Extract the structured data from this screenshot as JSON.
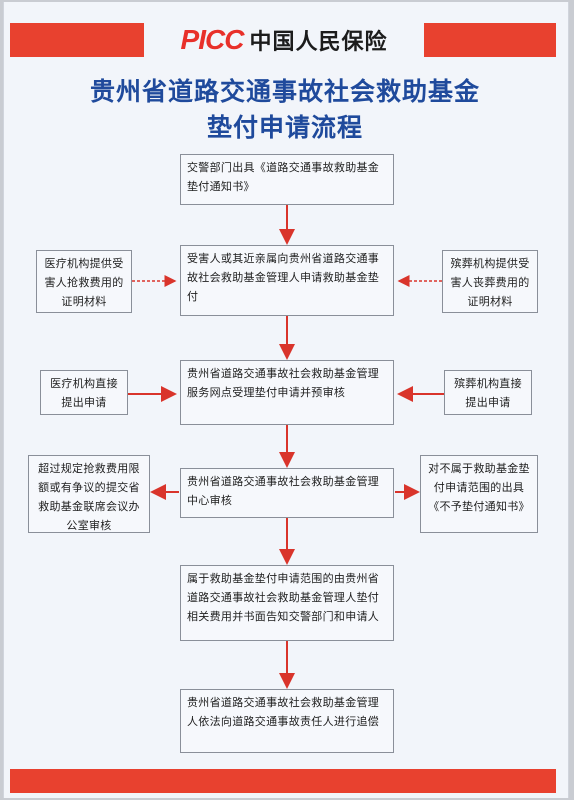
{
  "brand": {
    "logo_mark": "PICC",
    "company_name": "中国人民保险"
  },
  "title": {
    "line1": "贵州省道路交通事故社会救助基金",
    "line2": "垫付申请流程"
  },
  "flow": {
    "step1": "交警部门出具《道路交通事故救助基金垫付通知书》",
    "step2": "受害人或其近亲属向贵州省道路交通事故社会救助基金管理人申请救助基金垫付",
    "step3": "贵州省道路交通事故社会救助基金管理服务网点受理垫付申请并预审核",
    "step4": "贵州省道路交通事故社会救助基金管理中心审核",
    "step5": "属于救助基金垫付申请范围的由贵州省道路交通事故社会救助基金管理人垫付相关费用并书面告知交警部门和申请人",
    "step6": "贵州省道路交通事故社会救助基金管理人依法向道路交通事故责任人进行追偿"
  },
  "side": {
    "medical_proof": "医疗机构提供受害人抢救费用的证明材料",
    "funeral_proof": "殡葬机构提供受害人丧葬费用的证明材料",
    "medical_direct": "医疗机构直接提出申请",
    "funeral_direct": "殡葬机构直接提出申请",
    "over_limit": "超过规定抢救费用限额或有争议的提交省救助基金联席会议办公室审核",
    "not_eligible": "对不属于救助基金垫付申请范围的出具《不予垫付通知书》"
  },
  "colors": {
    "band_red": "#e8412f",
    "logo_red": "#e8302a",
    "title_blue": "#1f4a9c",
    "arrow_red": "#d9342b",
    "box_border": "#8a8f99"
  }
}
